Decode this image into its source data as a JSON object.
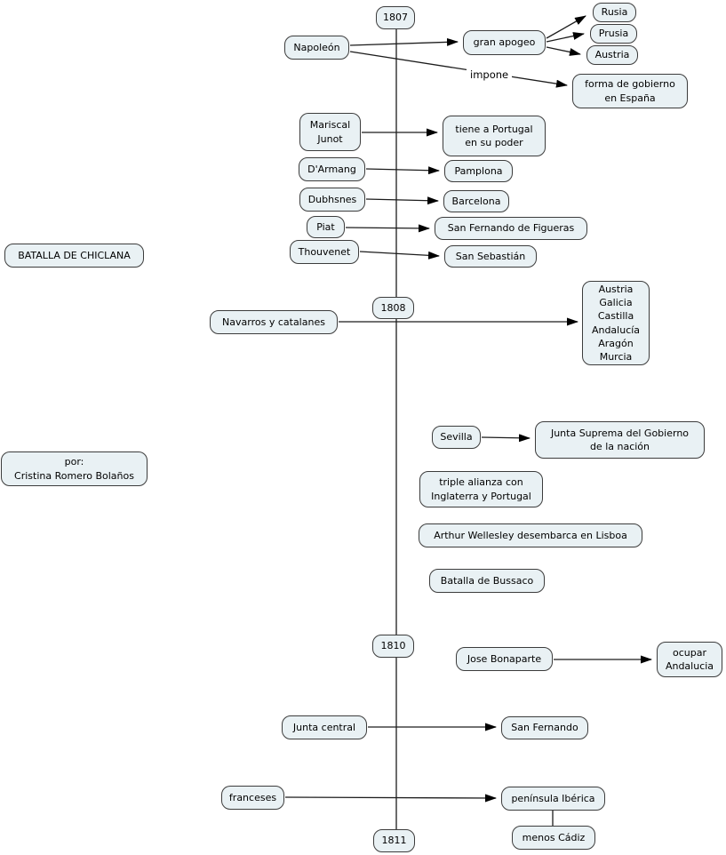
{
  "diagram": {
    "title_context": "concept map timeline 1807-1811",
    "colors": {
      "background": "#ffffff",
      "node_fill": "#e9f1f4",
      "node_border": "#3c3c3c",
      "line": "#1c1c1c",
      "text": "#000000"
    }
  },
  "nodes": {
    "year_1807": "1807",
    "napoleon": "Napoleón",
    "gran_apogeo": "gran apogeo",
    "rusia": "Rusia",
    "prusia": "Prusia",
    "austria": "Austria",
    "forma_gobierno": "forma de gobierno\nen España",
    "mariscal_junot": "Mariscal\nJunot",
    "tiene_portugal": "tiene a Portugal\nen su poder",
    "darmang": "D'Armang",
    "pamplona": "Pamplona",
    "dubhsnes": "Dubhsnes",
    "barcelona": "Barcelona",
    "piat": "Piat",
    "san_fernando_figueras": "San Fernando de Figueras",
    "thouvenet": "Thouvenet",
    "san_sebastian": "San Sebastián",
    "batalla_chiclana": "BATALLA DE CHICLANA",
    "navarros_catalanes": "Navarros y catalanes",
    "year_1808": "1808",
    "regiones": "Austria\nGalicia\nCastilla\nAndalucía\nAragón\nMurcia",
    "autor": "por:\nCristina Romero Bolaños",
    "sevilla": "Sevilla",
    "junta_suprema": "Junta Suprema del Gobierno\nde la nación",
    "triple_alianza": "triple alianza con\nInglaterra y Portugal",
    "wellesley": "Arthur Wellesley desembarca en Lisboa",
    "bussaco": "Batalla de Bussaco",
    "year_1810": "1810",
    "jose_bonaparte": "Jose Bonaparte",
    "ocupar_andalucia": "ocupar\nAndalucia",
    "junta_central": "Junta central",
    "san_fernando": "San Fernando",
    "franceses": "franceses",
    "peninsula_iberica": "península Ibérica",
    "year_1811": "1811",
    "menos_cadiz": "menos Cádiz"
  },
  "edge_labels": {
    "impone": "impone"
  }
}
